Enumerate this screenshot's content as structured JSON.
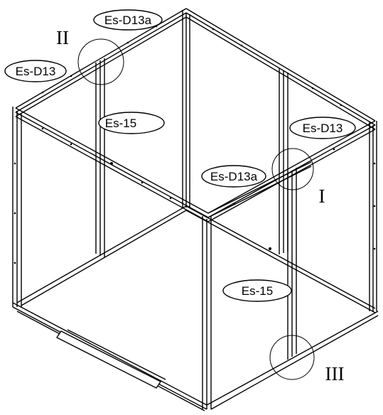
{
  "callouts": {
    "ii": "II",
    "i": "I",
    "iii": "III"
  },
  "part_labels": {
    "top_rear_a": "Es-D13a",
    "top_left": "Es-D13",
    "post_left": "Es-15",
    "top_right": "Es-D13",
    "joint_front_a": "Es-D13a",
    "post_right": "Es-15"
  },
  "colors": {
    "line": "#000000",
    "background": "#ffffff"
  }
}
